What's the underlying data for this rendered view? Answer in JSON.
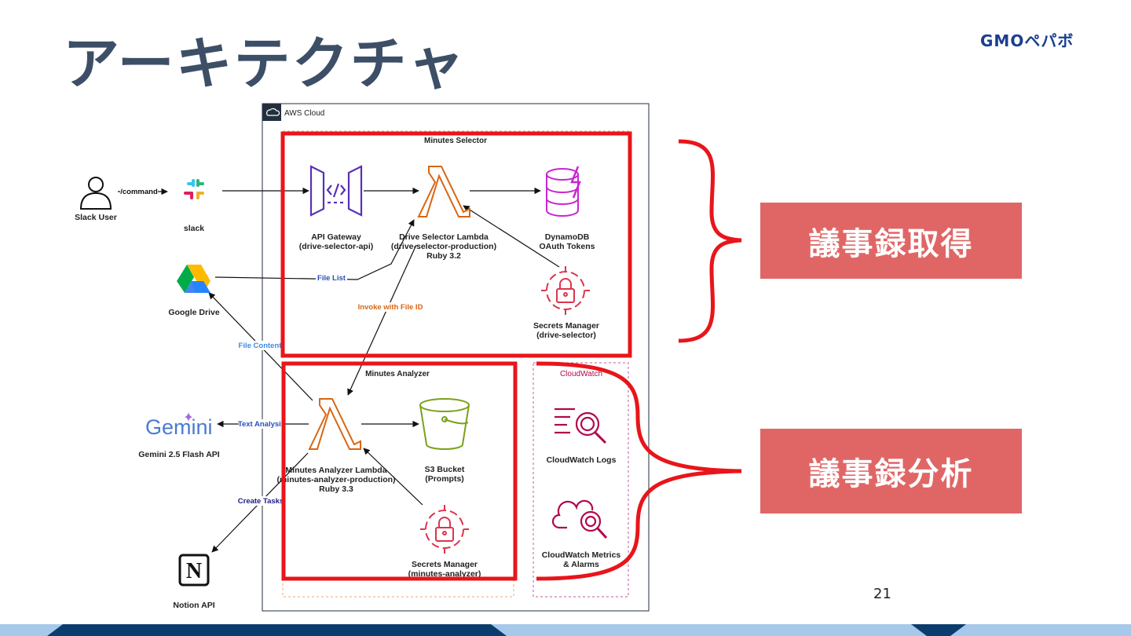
{
  "slide": {
    "title": "アーキテクチャ",
    "logo_text": "GMOペパボ",
    "page_number": "21"
  },
  "callouts": {
    "retrieval": "議事録取得",
    "analysis": "議事録分析"
  },
  "colors": {
    "title": "#3d4f66",
    "callout_bg": "#e06666",
    "highlight_red": "#e8151a",
    "lambda_orange": "#d86613",
    "gateway_purple": "#5a30b5",
    "dynamo_purple": "#c925d1",
    "secrets_red": "#dd344c",
    "s3_green": "#7aa116",
    "cloudwatch_pink": "#b0084d",
    "footer_light": "#a6c8ea",
    "footer_dark": "#0a3d6e"
  },
  "diagram": {
    "aws_cloud_label": "AWS Cloud",
    "groups": {
      "selector": "Minutes Selector",
      "analyzer": "Minutes Analyzer",
      "cloudwatch": "CloudWatch"
    },
    "nodes": {
      "slack_user": "Slack User",
      "slack": "slack",
      "api_gateway": [
        "API Gateway",
        "(drive-selector-api)"
      ],
      "drive_selector_lambda": [
        "Drive Selector Lambda",
        "(drive-selector-production)",
        "Ruby 3.2"
      ],
      "dynamodb": [
        "DynamoDB",
        "OAuth Tokens"
      ],
      "google_drive": "Google Drive",
      "secrets_selector": [
        "Secrets Manager",
        "(drive-selector)"
      ],
      "gemini_logo": "Gemini",
      "gemini": "Gemini 2.5 Flash API",
      "analyzer_lambda": [
        "Minutes Analyzer Lambda",
        "(minutes-analyzer-production)",
        "Ruby 3.3"
      ],
      "s3": [
        "S3 Bucket",
        "(Prompts)"
      ],
      "secrets_analyzer": [
        "Secrets Manager",
        "(minutes-analyzer)"
      ],
      "cw_logs": "CloudWatch Logs",
      "cw_metrics": [
        "CloudWatch Metrics",
        "& Alarms"
      ],
      "notion_logo": "N",
      "notion": "Notion API"
    },
    "edges": {
      "command": "/command",
      "file_list": "File List",
      "invoke": "Invoke with File ID",
      "file_content": "File Content",
      "text_analysis": "Text Analysis",
      "create_tasks": "Create Tasks"
    }
  }
}
